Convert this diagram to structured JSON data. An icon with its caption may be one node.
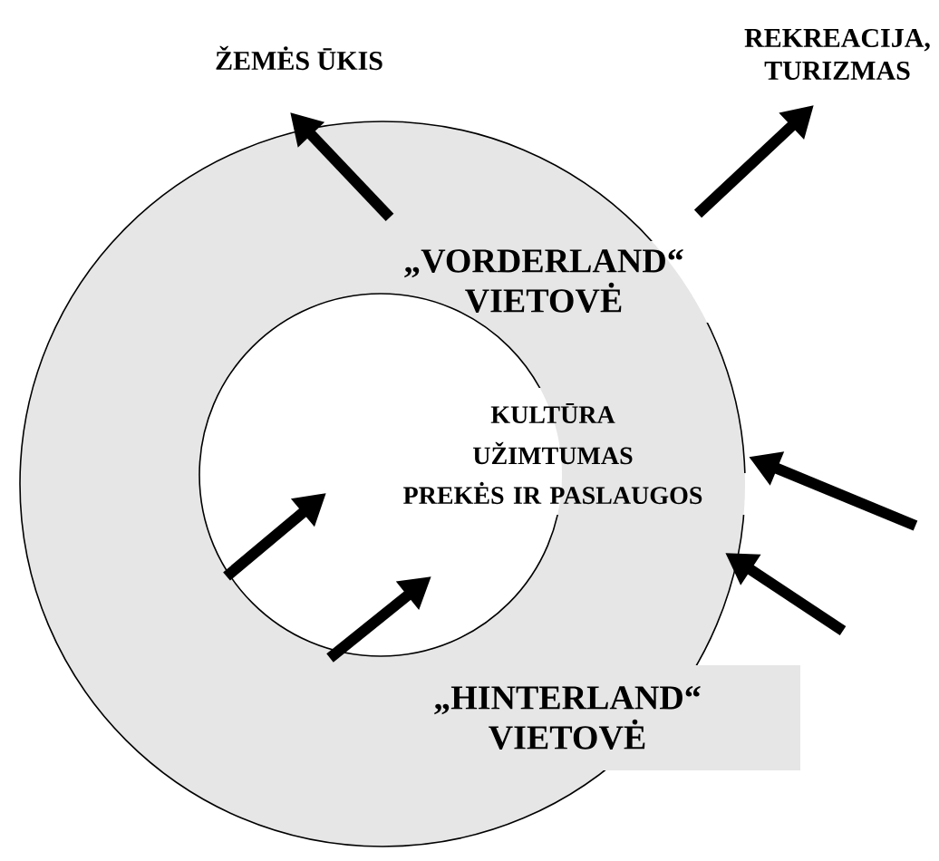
{
  "diagram": {
    "nodes": [
      {
        "text": [
          "„VORDERLAND“ VIETOVĖ"
        ]
      },
      {
        "text": [
          "KULTŪRA",
          "UŽIMTUMAS",
          "PREKĖS IR PASLAUGOS"
        ],
        "in": 0
      },
      {
        "text": [
          "„HINTERLAND“ VIETOVĖ"
        ]
      },
      {
        "text": [
          "ŽEMĖS ŪKIS"
        ]
      },
      {
        "text": [
          "REKREACIJA, TURIZMAS"
        ]
      }
    ],
    "edges": [
      {
        "from": null,
        "to": 3,
        "arrow": "to"
      },
      {
        "from": null,
        "to": 4,
        "arrow": "to"
      },
      {
        "from": null,
        "to": 0,
        "arrow": "to"
      },
      {
        "from": null,
        "to": 0,
        "arrow": "to"
      },
      {
        "from": null,
        "to": 1,
        "arrow": "to"
      },
      {
        "from": 2,
        "to": 1,
        "arrow": "to"
      }
    ]
  }
}
